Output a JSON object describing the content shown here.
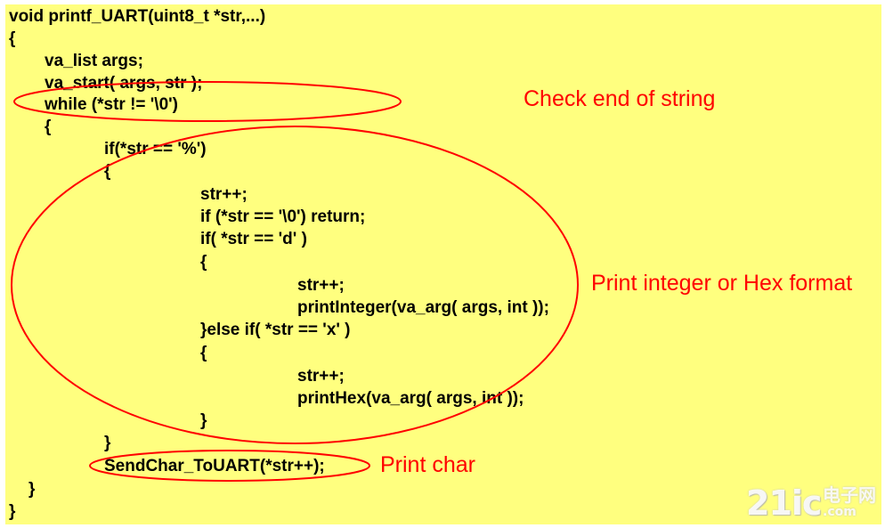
{
  "code": {
    "lines": [
      "void printf_UART(uint8_t *str,...)",
      "{",
      "va_list args;",
      "va_start( args, str );",
      "while (*str != '\\0')",
      "{",
      "if(*str == '%')",
      "{",
      "str++;",
      "if (*str == '\\0') return;",
      "if( *str == 'd' )",
      "{",
      "str++;",
      "printInteger(va_arg( args, int ));",
      "}else if( *str == 'x' )",
      "{",
      "str++;",
      "printHex(va_arg( args, int ));",
      "}",
      "}",
      "SendChar_ToUART(*str++);",
      "}",
      "}"
    ]
  },
  "annotations": {
    "check_end": "Check end of string",
    "print_int_hex": "Print integer or Hex format",
    "print_char": "Print char"
  },
  "watermark": {
    "logo": "21ic",
    "chinese": "电子网",
    "url": ".com"
  },
  "colors": {
    "background": "#ffff7f",
    "code": "#000000",
    "annotation": "#ff0000"
  }
}
